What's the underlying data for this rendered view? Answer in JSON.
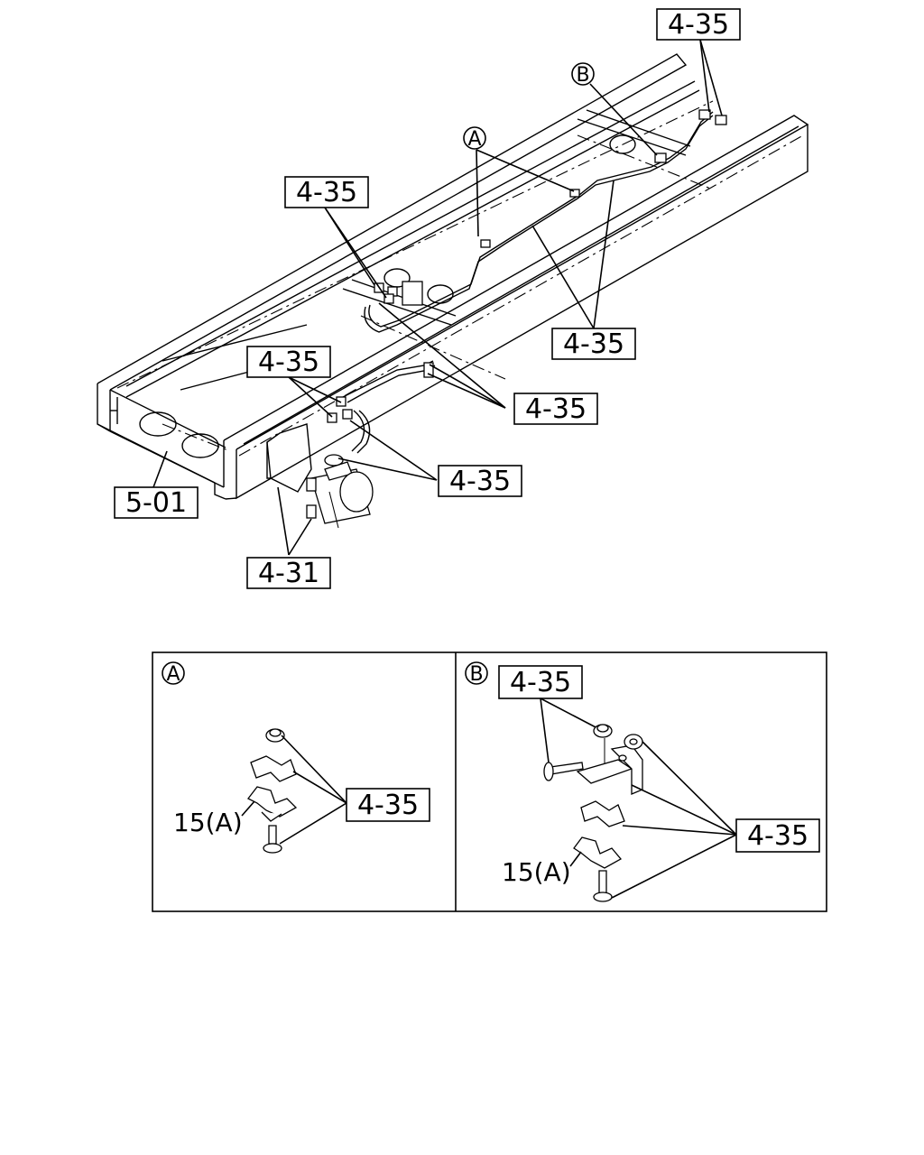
{
  "main_view": {
    "labels": {
      "l1": "4-35",
      "l2": "4-35",
      "l3": "4-35",
      "l4": "4-35",
      "l5": "4-35",
      "l6": "4-35",
      "l7": "5-01",
      "l8": "4-31"
    },
    "circles": {
      "a": "A",
      "b": "B"
    }
  },
  "detail_a": {
    "marker": "A",
    "part_label": "4-35",
    "callout": "15(A)"
  },
  "detail_b": {
    "marker": "B",
    "part_label_top": "4-35",
    "part_label_right": "4-35",
    "callout": "15(A)"
  }
}
